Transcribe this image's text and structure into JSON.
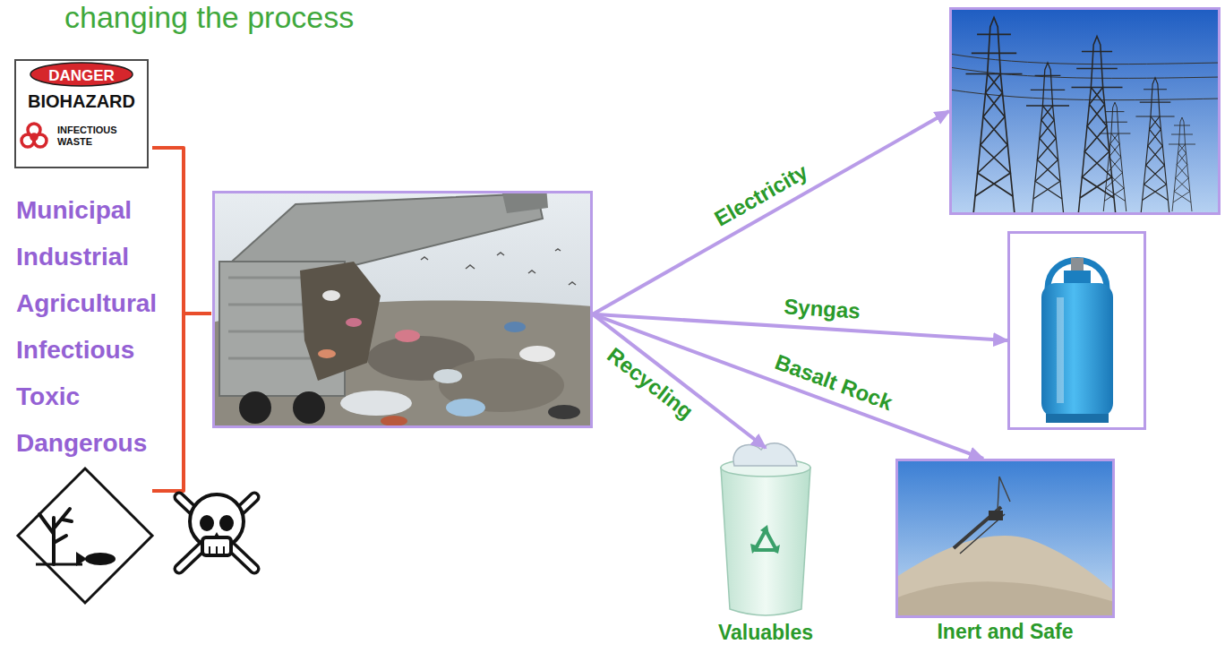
{
  "diagram": {
    "title": "changing the process",
    "nodes": [
      {
        "text": [
          "DANGER",
          "BIOHAZARD",
          "INFECTIOUS WASTE"
        ]
      },
      {
        "text": []
      },
      {
        "text": []
      },
      {
        "text": []
      },
      {
        "text": [
          "Valuables"
        ]
      },
      {
        "text": [
          "Inert and Safe"
        ]
      }
    ],
    "edges": [
      {
        "from": 1,
        "to": 2,
        "arrow": "to",
        "label": "Electricity"
      },
      {
        "from": 1,
        "to": 3,
        "arrow": "to",
        "label": "Syngas"
      },
      {
        "from": 1,
        "to": 4,
        "arrow": "to",
        "label": "Recycling"
      },
      {
        "from": 1,
        "to": 5,
        "arrow": "to",
        "label": "Basalt Rock"
      }
    ],
    "labels": [
      "Municipal",
      "Industrial",
      "Agricultural",
      "Infectious",
      "Toxic",
      "Dangerous"
    ]
  }
}
